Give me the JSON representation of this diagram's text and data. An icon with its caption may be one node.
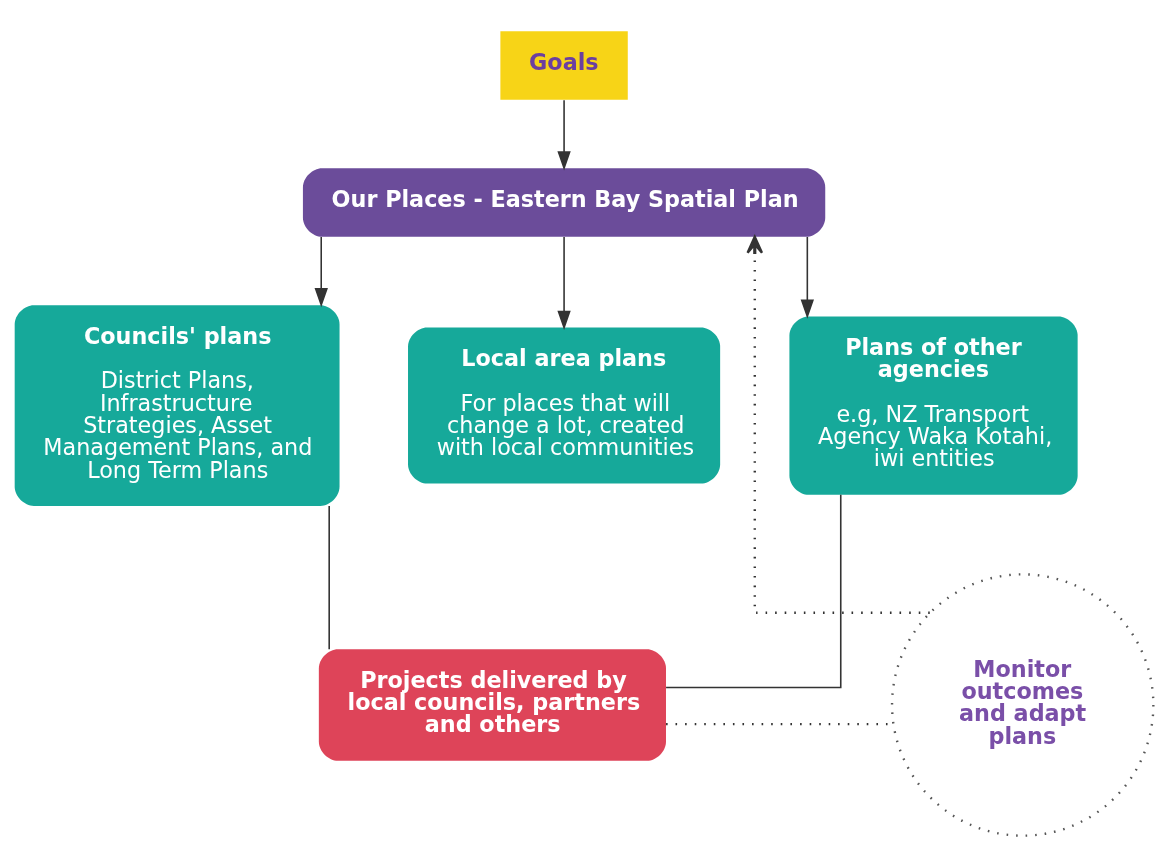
{
  "diagram": {
    "nodes": [
      {
        "text": [
          "Goals"
        ]
      },
      {
        "text": [
          "Our Places - Eastern Bay Spatial Plan"
        ]
      },
      {
        "text": [
          "Councils' plans",
          "District Plans, Infrastructure Strategies, Asset Management Plans, and Long Term Plans"
        ]
      },
      {
        "text": [
          "Local area plans",
          "For places that will change a lot, created with local communities"
        ]
      },
      {
        "text": [
          "Plans of other agencies",
          "e.g, NZ Transport Agency Waka Kotahi, iwi entities"
        ]
      },
      {
        "text": [
          "Projects delivered by local councils, partners and others"
        ]
      },
      {
        "text": [
          "Monitor outcomes and adapt plans"
        ]
      }
    ],
    "edges": [
      {
        "from": 0,
        "to": 1,
        "arrow": "to"
      },
      {
        "from": 1,
        "to": 2,
        "arrow": "to"
      },
      {
        "from": 1,
        "to": 3,
        "arrow": "to"
      },
      {
        "from": 1,
        "to": 4,
        "arrow": "to"
      },
      {
        "from": 2,
        "to": 5,
        "arrow": "none"
      },
      {
        "from": 4,
        "to": 5,
        "arrow": "none"
      },
      {
        "from": 5,
        "to": 6,
        "arrow": "none",
        "style": "dashed"
      },
      {
        "from": 6,
        "to": 1,
        "arrow": "to",
        "style": "dashed"
      }
    ]
  }
}
